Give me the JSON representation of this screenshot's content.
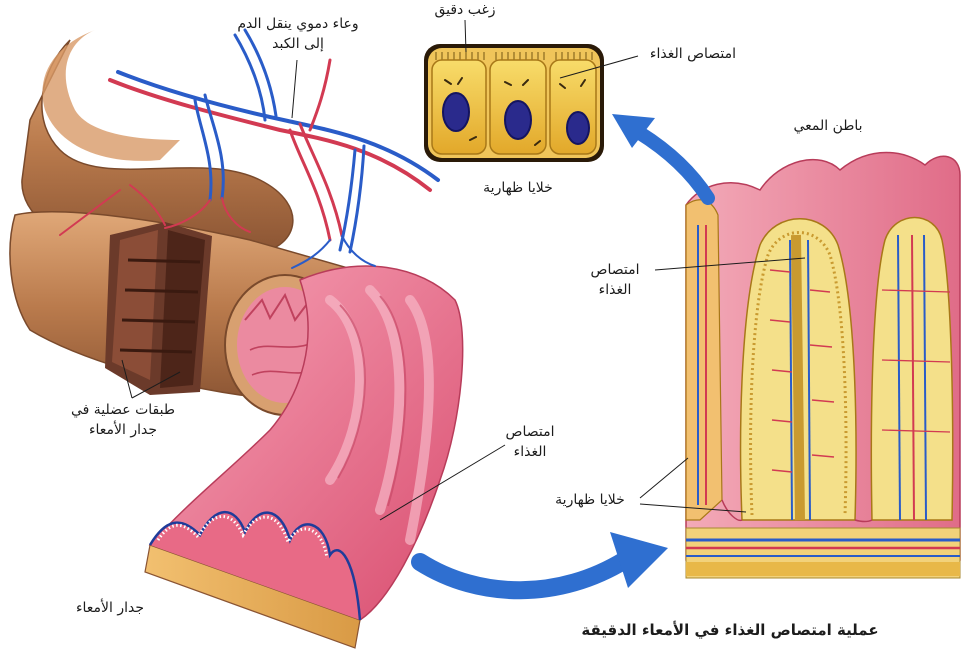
{
  "labels": {
    "blood_vessel_line1": "وعاء دموي ينقل الدم",
    "blood_vessel_line2": "إلى الكبد",
    "microvilli": "زغب دقيق",
    "absorption_cell": "امتصاص الغذاء",
    "epithelial_cells_top": "خلايا ظهارية",
    "intestine_interior": "باطن المعي",
    "absorption_villus_line1": "امتصاص",
    "absorption_villus_line2": "الغذاء",
    "muscle_layers_line1": "طبقات عضلية في",
    "muscle_layers_line2": "جدار الأمعاء",
    "absorption_wall_line1": "امتصاص",
    "absorption_wall_line2": "الغذاء",
    "epithelial_cells_villus": "خلايا ظهارية",
    "intestine_wall": "جدار الأمعاء",
    "caption": "عملية امتصاص الغذاء في الأمعاء الدقيقة"
  },
  "colors": {
    "intestine_outer": "#c9885a",
    "intestine_inner": "#e86a86",
    "vein": "#2a5cc8",
    "artery": "#d23a52",
    "muscle": "#6b3a2a",
    "cell_body": "#f2c640",
    "nucleus": "#2a2a8c",
    "arrow": "#2f6fd0"
  }
}
